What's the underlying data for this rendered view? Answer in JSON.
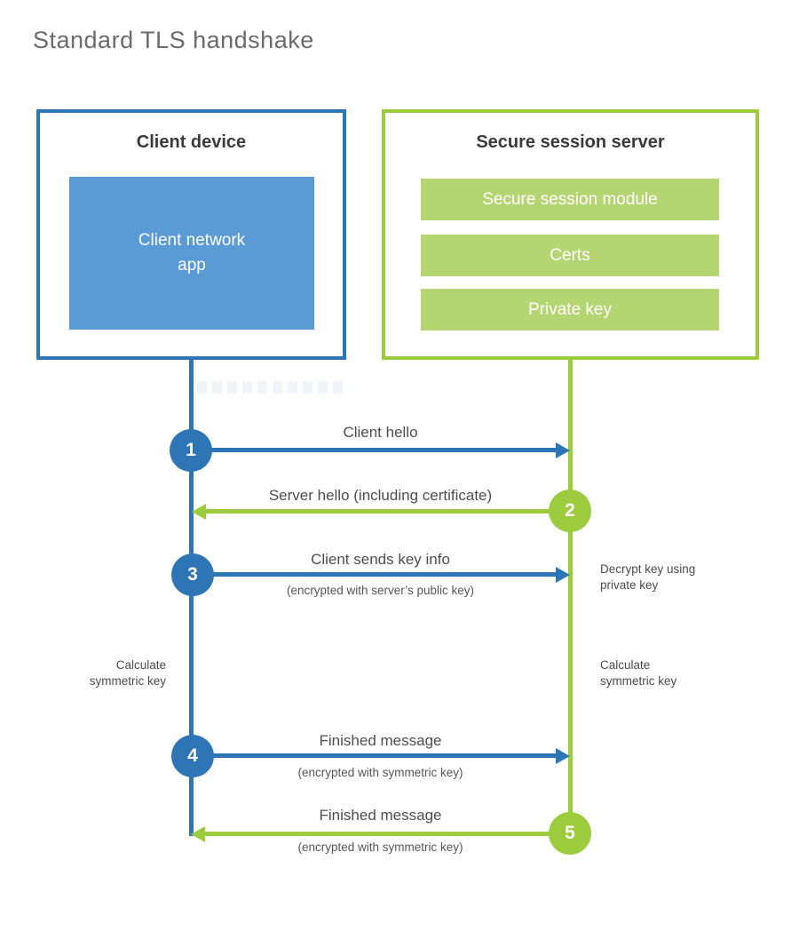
{
  "title": "Standard TLS handshake",
  "client": {
    "heading": "Client device",
    "app_label": "Client network\napp"
  },
  "server": {
    "heading": "Secure session server",
    "modules": [
      "Secure session module",
      "Certs",
      "Private key"
    ]
  },
  "steps": [
    {
      "num": "1",
      "label": "Client hello",
      "sub": "",
      "direction": "client-to-server"
    },
    {
      "num": "2",
      "label": "Server hello (including certificate)",
      "sub": "",
      "direction": "server-to-client"
    },
    {
      "num": "3",
      "label": "Client sends key info",
      "sub": "(encrypted with server’s public key)",
      "direction": "client-to-server"
    },
    {
      "num": "4",
      "label": "Finished message",
      "sub": "(encrypted with symmetric key)",
      "direction": "client-to-server"
    },
    {
      "num": "5",
      "label": "Finished message",
      "sub": "(encrypted with symmetric key)",
      "direction": "server-to-client"
    }
  ],
  "annotations": {
    "decrypt": "Decrypt key using private key",
    "calc_left": "Calculate\nsymmetric key",
    "calc_right": "Calculate\nsymmetric key"
  },
  "colors": {
    "blue": "#2E75B6",
    "blue_fill": "#5B9BD5",
    "green": "#9CCB3D",
    "green_fill": "#B5D573",
    "heading_text": "#3A3A3A",
    "label_text": "#4D4D4D",
    "title_text": "#6B6B6B"
  }
}
